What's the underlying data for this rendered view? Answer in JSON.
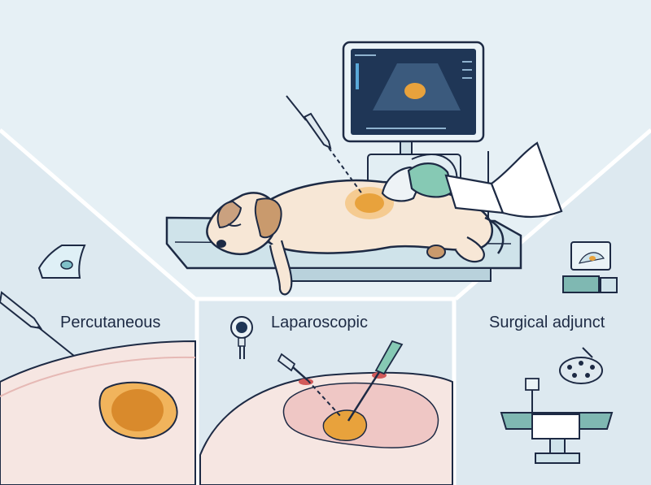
{
  "panels": {
    "percutaneous": {
      "label": "Percutaneous"
    },
    "laparoscopic": {
      "label": "Laparoscopic"
    },
    "surgical": {
      "label": "Surgical adjunct"
    }
  },
  "colors": {
    "background": "#e6f0f5",
    "panel": "#dfeaf1",
    "outline": "#1d2a44",
    "lesion": "#e8a23c",
    "lesion_core": "#d98a2c",
    "skin": "#f6e6e2",
    "tissue": "#efc7c5",
    "glove": "#86c9b4",
    "table": "#cfe3ea",
    "screen": "#1f3656"
  },
  "icons": {
    "ultrasound": "ultrasound-icon",
    "laparoscope": "laparoscope-icon",
    "surgical_light": "surgical-light-icon"
  }
}
